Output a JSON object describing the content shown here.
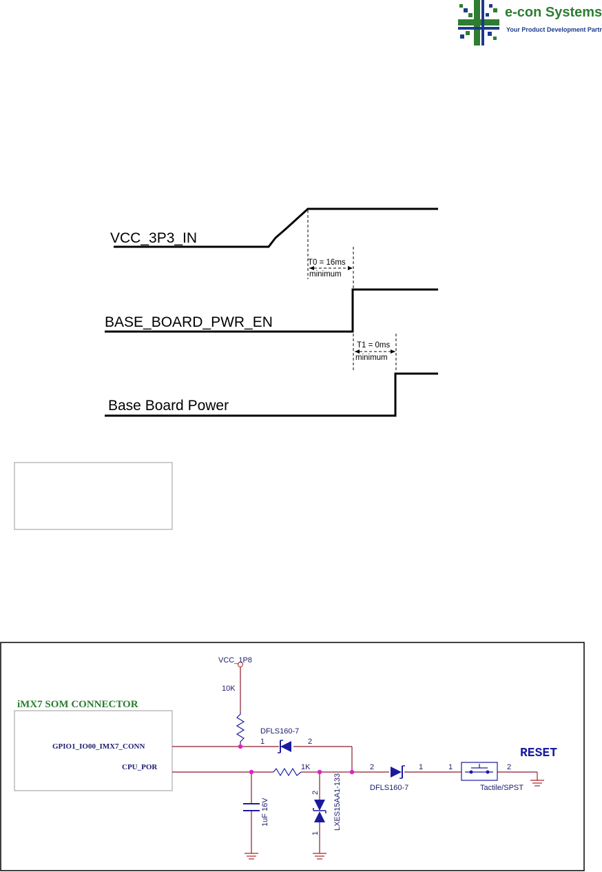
{
  "logo": {
    "company": "e-con Systems",
    "tagline": "Your Product Development Partner",
    "colors": {
      "green": "#2e7d32",
      "blue": "#1a3a8c"
    }
  },
  "timing_diagram": {
    "signals": [
      {
        "label": "VCC_3P3_IN"
      },
      {
        "label": "BASE_BOARD_PWR_EN"
      },
      {
        "label": "Base Board Power"
      }
    ],
    "intervals": [
      {
        "label": "T0 = 16ms",
        "sub": "minimum"
      },
      {
        "label": "T1 = 0ms",
        "sub": "minimum"
      }
    ]
  },
  "schematic": {
    "title": "iMX7 SOM CONNECTOR",
    "pins": [
      "GPIO1_IO00_IMX7_CONN",
      "CPU_POR"
    ],
    "supply": "VCC_1P8",
    "pullup": "10K",
    "diode_top": {
      "part": "DFLS160-7",
      "pin1": "1",
      "pin2": "2"
    },
    "resistor": "1K",
    "capacitor": "1uF 16V",
    "tvs": {
      "part": "LXES15AA1-133",
      "pin_top": "2",
      "pin_bottom": "1"
    },
    "diode_right": {
      "part": "DFLS160-7",
      "pin1": "1",
      "pin2": "2"
    },
    "switch": {
      "part": "Tactile/SPST",
      "pin1": "1",
      "pin2": "2"
    },
    "reset_label": "RESET",
    "colors": {
      "wire": "#8b1a2a",
      "node": "#e020c8",
      "component": "#1a1aa0",
      "ground": "#b02020"
    }
  }
}
